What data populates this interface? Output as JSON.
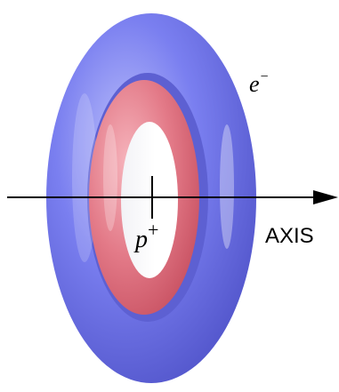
{
  "labels": {
    "electron_base": "e",
    "electron_sup": "−",
    "proton_base": "p",
    "proton_sup": "+",
    "axis": "AXIS"
  },
  "colors": {
    "outer_torus": "#7474ee",
    "inner_torus": "#e26f7f",
    "axis_line": "#000000",
    "background": "#ffffff"
  }
}
